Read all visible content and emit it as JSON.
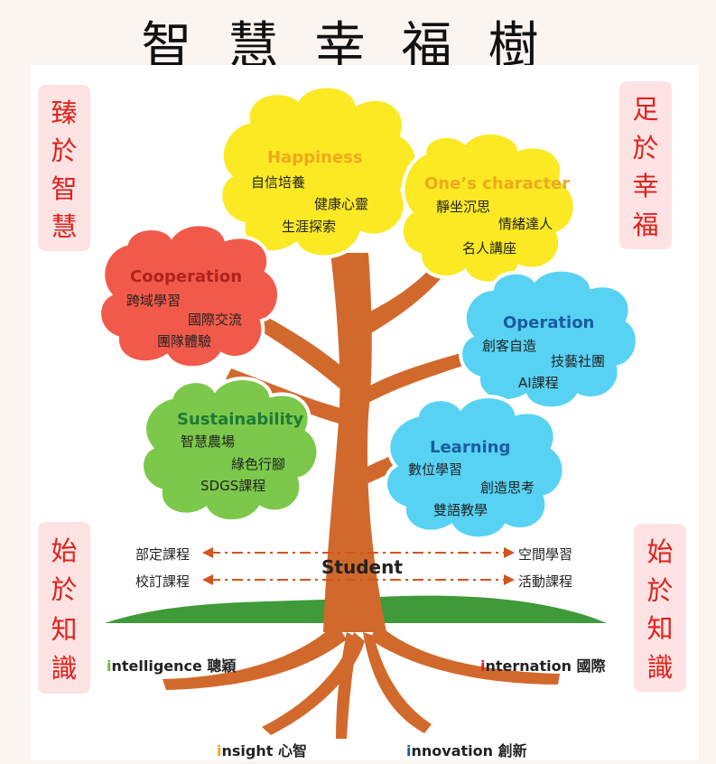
{
  "title": "智慧幸福樹",
  "title_chars": [
    "智",
    "慧",
    "幸",
    "福",
    "樹"
  ],
  "side_boxes": {
    "top_left": [
      "臻",
      "於",
      "智",
      "慧"
    ],
    "top_right": [
      "足",
      "於",
      "幸",
      "福"
    ],
    "bottom_left": [
      "始",
      "於",
      "知",
      "識"
    ],
    "bottom_right": [
      "始",
      "於",
      "知",
      "識"
    ]
  },
  "clouds": [
    {
      "id": "happiness",
      "title": "Happiness",
      "items": [
        "自信培養",
        "健康心靈",
        "生涯探索"
      ],
      "fill": "#fbe923",
      "title_color": "#f0a81c"
    },
    {
      "id": "character",
      "title": "One’s character",
      "items": [
        "靜坐沉思",
        "情緒達人",
        "名人講座"
      ],
      "fill": "#fbe923",
      "title_color": "#f0a81c"
    },
    {
      "id": "cooperation",
      "title": "Cooperation",
      "items": [
        "跨域學習",
        "國際交流",
        "團隊體驗"
      ],
      "fill": "#f15a4a",
      "title_color": "#b0231c"
    },
    {
      "id": "operation",
      "title": "Operation",
      "items": [
        "創客自造",
        "技藝社團",
        "AI課程"
      ],
      "fill": "#57d2f3",
      "title_color": "#1a5c9e"
    },
    {
      "id": "sustainability",
      "title": "Sustainability",
      "items": [
        "智慧農場",
        "綠色行腳",
        "SDGS課程"
      ],
      "fill": "#7cc84a",
      "title_color": "#1f7a36"
    },
    {
      "id": "learning",
      "title": "Learning",
      "items": [
        "數位學習",
        "創造思考",
        "雙語教學"
      ],
      "fill": "#57d2f3",
      "title_color": "#1a5c9e"
    }
  ],
  "student": "Student",
  "arrows": {
    "row1_left": "部定課程",
    "row1_right": "空間學習",
    "row2_left": "校訂課程",
    "row2_right": "活動課程"
  },
  "roots": {
    "intelligence": {
      "first": "i",
      "rest": "ntelligence 聰穎",
      "first_color": "#6bb634"
    },
    "internation": {
      "first": "i",
      "rest": "nternation 國際",
      "first_color": "#e0211c"
    },
    "insight": {
      "first": "i",
      "rest": "nsight 心智",
      "first_color": "#f0a81c"
    },
    "innovation": {
      "first": "i",
      "rest": "nnovation 創新",
      "first_color": "#1a5c9e"
    }
  }
}
